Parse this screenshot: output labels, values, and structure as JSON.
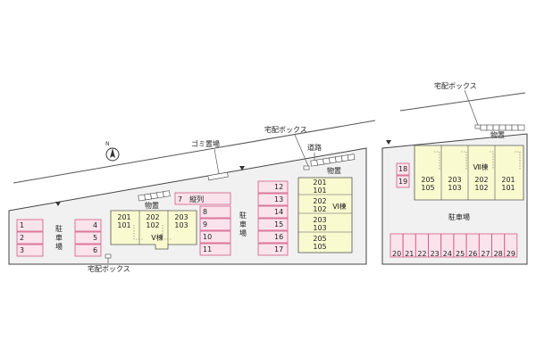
{
  "labels": {
    "delivery_box": "宅配ボックス",
    "garbage": "ゴミ置場",
    "road": "道路",
    "storage": "物置",
    "parking": "駐車場",
    "parking_v1": "駐",
    "parking_v2": "車",
    "parking_v3": "場",
    "row7": "7　縦列",
    "north": "N"
  },
  "buildings": {
    "b5": {
      "name": "Ⅴ棟",
      "units": [
        [
          "201",
          "101"
        ],
        [
          "202",
          "102"
        ],
        [
          "203",
          "103"
        ]
      ]
    },
    "b6": {
      "name": "Ⅵ棟",
      "units": [
        [
          "201",
          "101"
        ],
        [
          "202",
          "102"
        ],
        [
          "203",
          "103"
        ],
        [
          "205",
          "105"
        ]
      ]
    },
    "b7": {
      "name": "Ⅶ棟",
      "units": [
        [
          "205",
          "105"
        ],
        [
          "203",
          "103"
        ],
        [
          "202",
          "102"
        ],
        [
          "201",
          "101"
        ]
      ]
    }
  },
  "parking_spots": {
    "col_a": [
      "1",
      "2",
      "3"
    ],
    "col_b": [
      "4",
      "5",
      "6"
    ],
    "col_c": [
      "8",
      "9",
      "10",
      "11"
    ],
    "col_d": [
      "12",
      "13",
      "14",
      "15",
      "16",
      "17"
    ],
    "col_e": [
      "18",
      "19"
    ],
    "row_bottom": [
      "20",
      "21",
      "22",
      "23",
      "24",
      "25",
      "26",
      "27",
      "28",
      "29"
    ]
  },
  "colors": {
    "parking_fill": "#fbe3ec",
    "parking_stroke": "#d35b85",
    "building_fill": "#fafad0",
    "building_stroke": "#555555",
    "lot_fill": "#f1f1f1"
  }
}
